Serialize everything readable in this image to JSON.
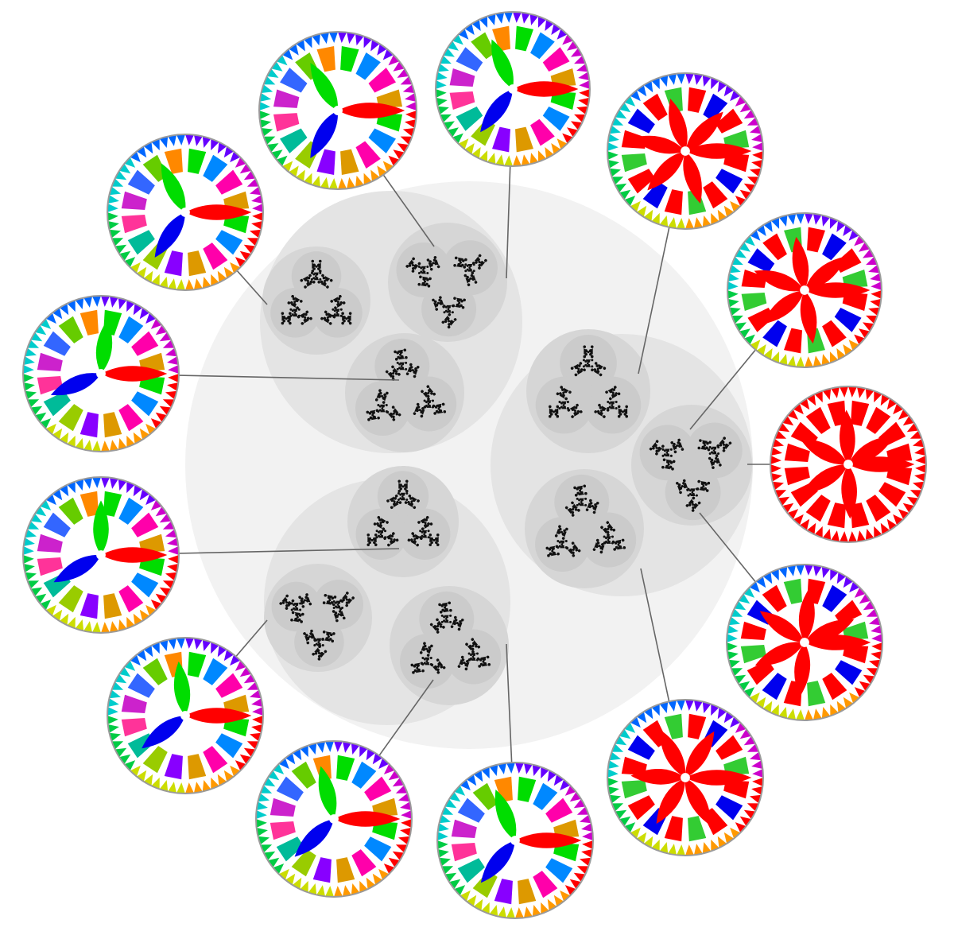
{
  "diagram": {
    "background": "#ffffff",
    "main_disk_color": "#f2f2f2",
    "cluster_disk_color": "#e4e4e4",
    "group_disk_color": "#d6d6d6",
    "leaf_disk_color": "#cbcbcb",
    "glyph_color": "#111111",
    "connector_color": "#666666",
    "tile_border_color": "#9a9a9a",
    "petal_primary_color": "#ff0000",
    "clusters": [
      {
        "name": "upper-left-cluster",
        "groups": [
          {
            "name": "ul-group-left",
            "leaf_count": 3
          },
          {
            "name": "ul-group-right",
            "leaf_count": 3
          },
          {
            "name": "ul-group-bottom",
            "leaf_count": 3
          }
        ]
      },
      {
        "name": "right-cluster",
        "groups": [
          {
            "name": "r-group-top",
            "leaf_count": 3
          },
          {
            "name": "r-group-right",
            "leaf_count": 3
          },
          {
            "name": "r-group-bottom",
            "leaf_count": 3
          }
        ]
      },
      {
        "name": "lower-left-cluster",
        "groups": [
          {
            "name": "ll-group-top",
            "leaf_count": 3
          },
          {
            "name": "ll-group-left",
            "leaf_count": 3
          },
          {
            "name": "ll-group-bottom",
            "leaf_count": 3
          }
        ]
      }
    ],
    "tiles": [
      {
        "name": "tile-top-left",
        "style": "rainbow",
        "dominant_colors": [
          "#ff0000",
          "#00dd00",
          "#0000ee"
        ]
      },
      {
        "name": "tile-top",
        "style": "rainbow",
        "dominant_colors": [
          "#ff0000",
          "#00dd00",
          "#0000ee"
        ]
      },
      {
        "name": "tile-upper-right",
        "style": "red-star",
        "dominant_colors": [
          "#ff0000",
          "#00dd00",
          "#0000ee"
        ]
      },
      {
        "name": "tile-right-upper",
        "style": "red-star",
        "dominant_colors": [
          "#ff0000"
        ]
      },
      {
        "name": "tile-right",
        "style": "all-red",
        "dominant_colors": [
          "#ff0000"
        ]
      },
      {
        "name": "tile-right-lower",
        "style": "red-star",
        "dominant_colors": [
          "#ff0000"
        ]
      },
      {
        "name": "tile-lower-right",
        "style": "red-star",
        "dominant_colors": [
          "#ff0000",
          "#00dd00",
          "#0000ee"
        ]
      },
      {
        "name": "tile-bottom",
        "style": "rainbow",
        "dominant_colors": [
          "#ff0000",
          "#00dd00",
          "#0000ee"
        ]
      },
      {
        "name": "tile-bottom-left",
        "style": "rainbow",
        "dominant_colors": [
          "#ff0000",
          "#00dd00",
          "#0000ee"
        ]
      },
      {
        "name": "tile-left-lower",
        "style": "rainbow",
        "dominant_colors": [
          "#ff0000",
          "#00dd00",
          "#0000ee"
        ]
      },
      {
        "name": "tile-left-middle",
        "style": "rainbow",
        "dominant_colors": [
          "#ff0000",
          "#00dd00",
          "#0000ee"
        ]
      },
      {
        "name": "tile-left-middle-up",
        "style": "rainbow",
        "dominant_colors": [
          "#ff0000",
          "#00dd00",
          "#0000ee"
        ]
      },
      {
        "name": "tile-left-upper",
        "style": "rainbow",
        "dominant_colors": [
          "#ff0000",
          "#00dd00",
          "#0000ee"
        ]
      }
    ]
  }
}
